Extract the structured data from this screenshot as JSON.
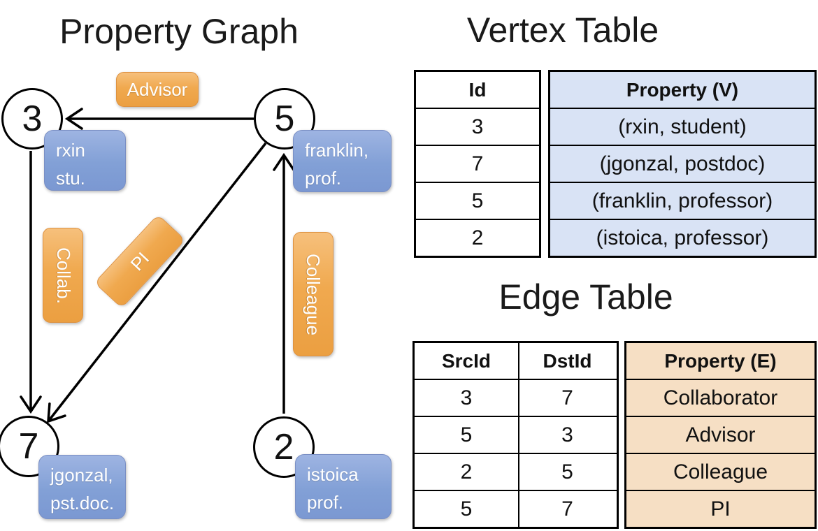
{
  "graph": {
    "title": "Property Graph",
    "nodes": [
      {
        "id": "3",
        "property_line1": "rxin",
        "property_line2": "stu."
      },
      {
        "id": "5",
        "property_line1": "franklin,",
        "property_line2": "prof."
      },
      {
        "id": "7",
        "property_line1": "jgonzal,",
        "property_line2": "pst.doc."
      },
      {
        "id": "2",
        "property_line1": "istoica",
        "property_line2": "prof."
      }
    ],
    "edge_labels": {
      "advisor": "Advisor",
      "collab": "Collab.",
      "pi": "PI",
      "colleague": "Colleague"
    }
  },
  "vertex_table": {
    "title": "Vertex Table",
    "headers": {
      "id": "Id",
      "property": "Property (V)"
    },
    "rows": [
      {
        "id": "3",
        "property": "(rxin, student)"
      },
      {
        "id": "7",
        "property": "(jgonzal, postdoc)"
      },
      {
        "id": "5",
        "property": "(franklin, professor)"
      },
      {
        "id": "2",
        "property": "(istoica, professor)"
      }
    ]
  },
  "edge_table": {
    "title": "Edge Table",
    "headers": {
      "src": "SrcId",
      "dst": "DstId",
      "property": "Property (E)"
    },
    "rows": [
      {
        "src": "3",
        "dst": "7",
        "property": "Collaborator"
      },
      {
        "src": "5",
        "dst": "3",
        "property": "Advisor"
      },
      {
        "src": "2",
        "dst": "5",
        "property": "Colleague"
      },
      {
        "src": "5",
        "dst": "7",
        "property": "PI"
      }
    ]
  },
  "colors": {
    "node_fill": "#ffffff",
    "node_border": "#000000",
    "vertex_box_fill": "#82a0d6",
    "edge_pill_fill": "#f0a94f",
    "vertex_table_fill": "#d9e3f5",
    "edge_table_fill": "#f6dfc4"
  }
}
